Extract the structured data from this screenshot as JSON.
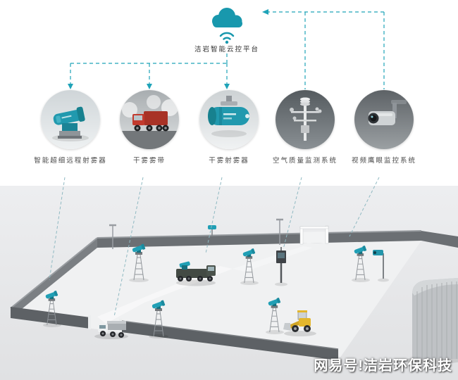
{
  "platform": {
    "label": "洁岩智能云控平台",
    "icon": "cloud-wifi-icon",
    "accent_color": "#1898ad"
  },
  "devices": [
    {
      "name": "智能超细远程射雾器",
      "icon": "fog-cannon-photo"
    },
    {
      "name": "干雾雾带",
      "icon": "fog-truck-photo"
    },
    {
      "name": "干雾射雾器",
      "icon": "dry-fog-sprayer-photo"
    },
    {
      "name": "空气质量监测系统",
      "icon": "air-quality-station-photo"
    },
    {
      "name": "视频鹰眼监控系统",
      "icon": "eagle-eye-camera-photo"
    }
  ],
  "watermark": {
    "text": "网易号!洁岩环保科技"
  },
  "colors": {
    "teal": "#1f9fb4",
    "connector": "#1fa3b8",
    "wall": "#6b6f73",
    "floor": "#f0f1f2",
    "scene_bg": "#e8e9eb"
  }
}
